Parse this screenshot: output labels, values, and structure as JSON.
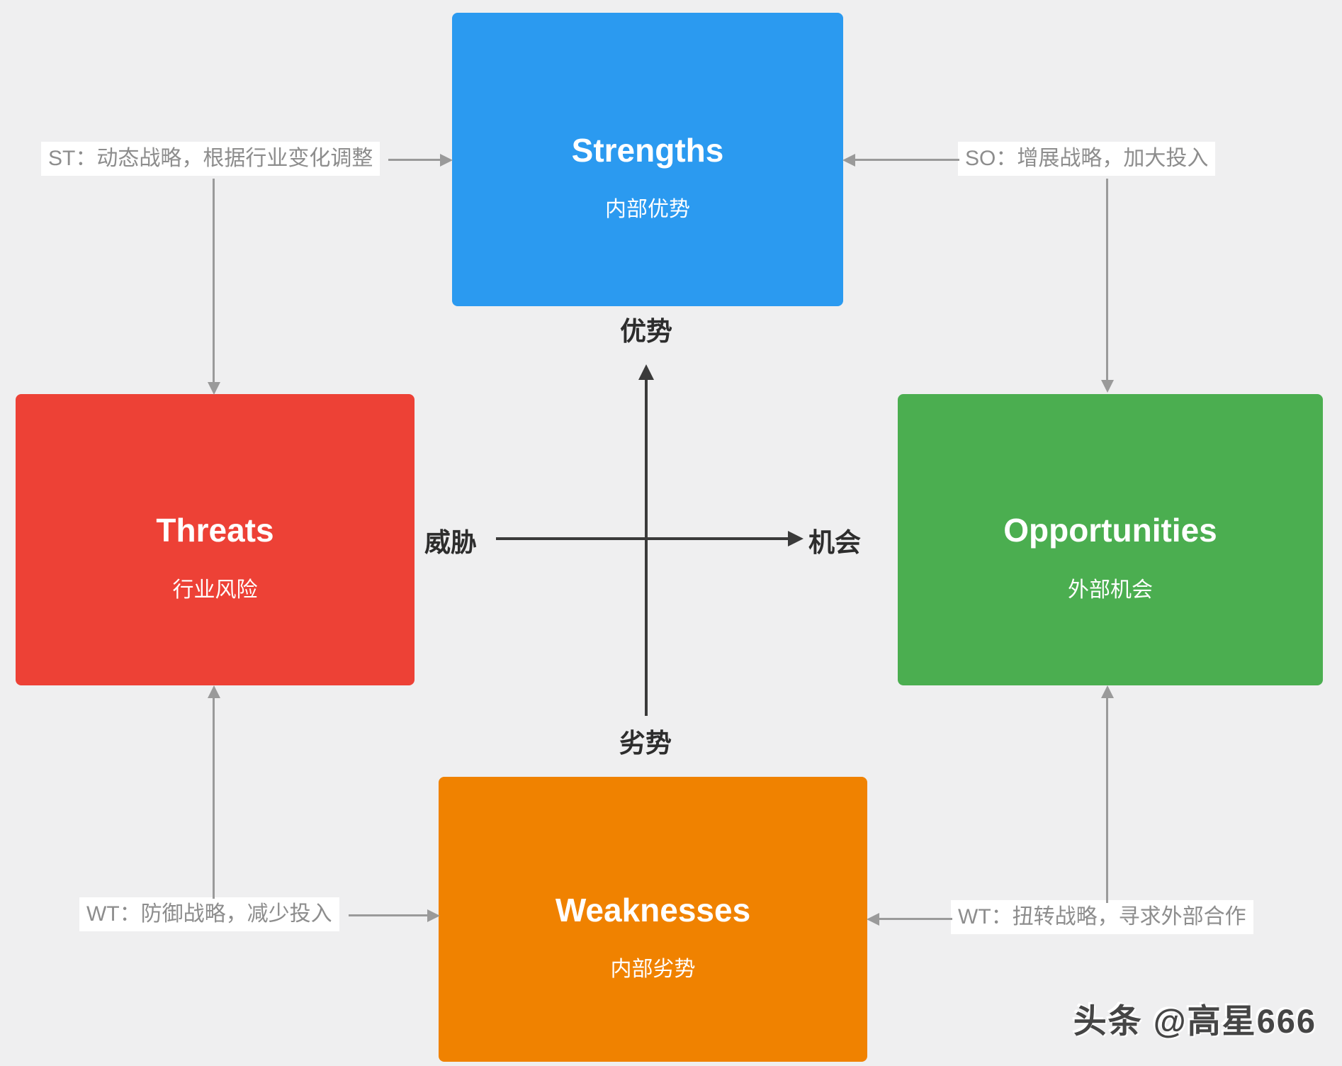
{
  "diagram": {
    "type": "swot-matrix",
    "background_color": "#efeff0",
    "quadrants": {
      "strengths": {
        "title": "Strengths",
        "subtitle": "内部优势",
        "color": "#2B9AF0"
      },
      "threats": {
        "title": "Threats",
        "subtitle": "行业风险",
        "color": "#ED4136"
      },
      "opportunities": {
        "title": "Opportunities",
        "subtitle": "外部机会",
        "color": "#4BAE50"
      },
      "weaknesses": {
        "title": "Weaknesses",
        "subtitle": "内部劣势",
        "color": "#F08200"
      }
    },
    "axis": {
      "top_label": "优势",
      "bottom_label": "劣势",
      "left_label": "威胁",
      "right_label": "机会",
      "line_color": "#3a3a3a"
    },
    "strategies": {
      "st": "ST：动态战略，根据行业变化调整",
      "so": "SO：增展战略，加大投入",
      "wt_left": "WT：防御战略，减少投入",
      "wt_right": "WT：扭转战略，寻求外部合作",
      "text_color": "#8d8d8d",
      "arrow_color": "#9a9a9a"
    },
    "watermark": "头条 @高星666"
  }
}
